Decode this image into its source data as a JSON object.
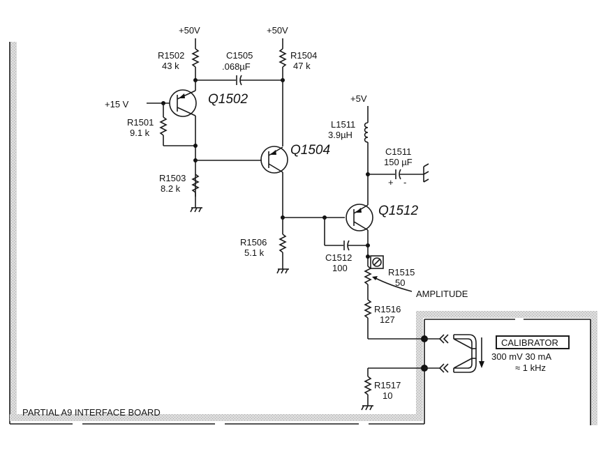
{
  "board": {
    "title": "PARTIAL A9 INTERFACE BOARD"
  },
  "supplies": {
    "v50_left": "+50V",
    "v50_right": "+50V",
    "v15": "+15 V",
    "v5": "+5V"
  },
  "resistors": {
    "r1502": {
      "ref": "R1502",
      "value": "43 k"
    },
    "r1504": {
      "ref": "R1504",
      "value": "47 k"
    },
    "r1501": {
      "ref": "R1501",
      "value": "9.1 k"
    },
    "r1503": {
      "ref": "R1503",
      "value": "8.2 k"
    },
    "r1506": {
      "ref": "R1506",
      "value": "5.1 k"
    },
    "r1515": {
      "ref": "R1515",
      "value": "50"
    },
    "r1516": {
      "ref": "R1516",
      "value": "127"
    },
    "r1517": {
      "ref": "R1517",
      "value": "10"
    }
  },
  "capacitors": {
    "c1505": {
      "ref": "C1505",
      "value": ".068µF"
    },
    "c1511": {
      "ref": "C1511",
      "value": "150 µF",
      "plus": "+",
      "minus": "-"
    },
    "c1512": {
      "ref": "C1512",
      "value": "100"
    }
  },
  "inductors": {
    "l1511": {
      "ref": "L1511",
      "value": "3.9µH"
    }
  },
  "transistors": {
    "q1502": "Q1502",
    "q1504": "Q1504",
    "q1512": "Q1512"
  },
  "control": {
    "amplitude": "AMPLITUDE"
  },
  "calibrator": {
    "label": "CALIBRATOR",
    "spec": "300 mV  30 mA",
    "freq": "≈ 1 kHz"
  }
}
